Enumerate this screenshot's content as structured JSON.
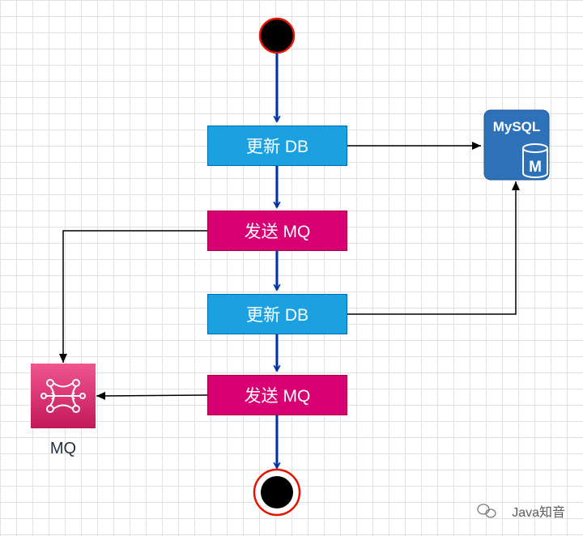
{
  "nodes": {
    "update_db_1": "更新 DB",
    "send_mq_1": "发送 MQ",
    "update_db_2": "更新 DB",
    "send_mq_2": "发送 MQ"
  },
  "mysql_icon": {
    "title": "MySQL",
    "letter": "M"
  },
  "mq_icon": {
    "caption": "MQ"
  },
  "watermark": {
    "text": "Java知音"
  },
  "colors": {
    "db_fill": "#1ba1e2",
    "mq_fill": "#d80073",
    "flow_arrow": "#0033aa",
    "state_fill": "#000000",
    "state_border": "#e51400",
    "mysql_fill": "#2d72b8",
    "mq_icon_fill": "#d6336c"
  }
}
